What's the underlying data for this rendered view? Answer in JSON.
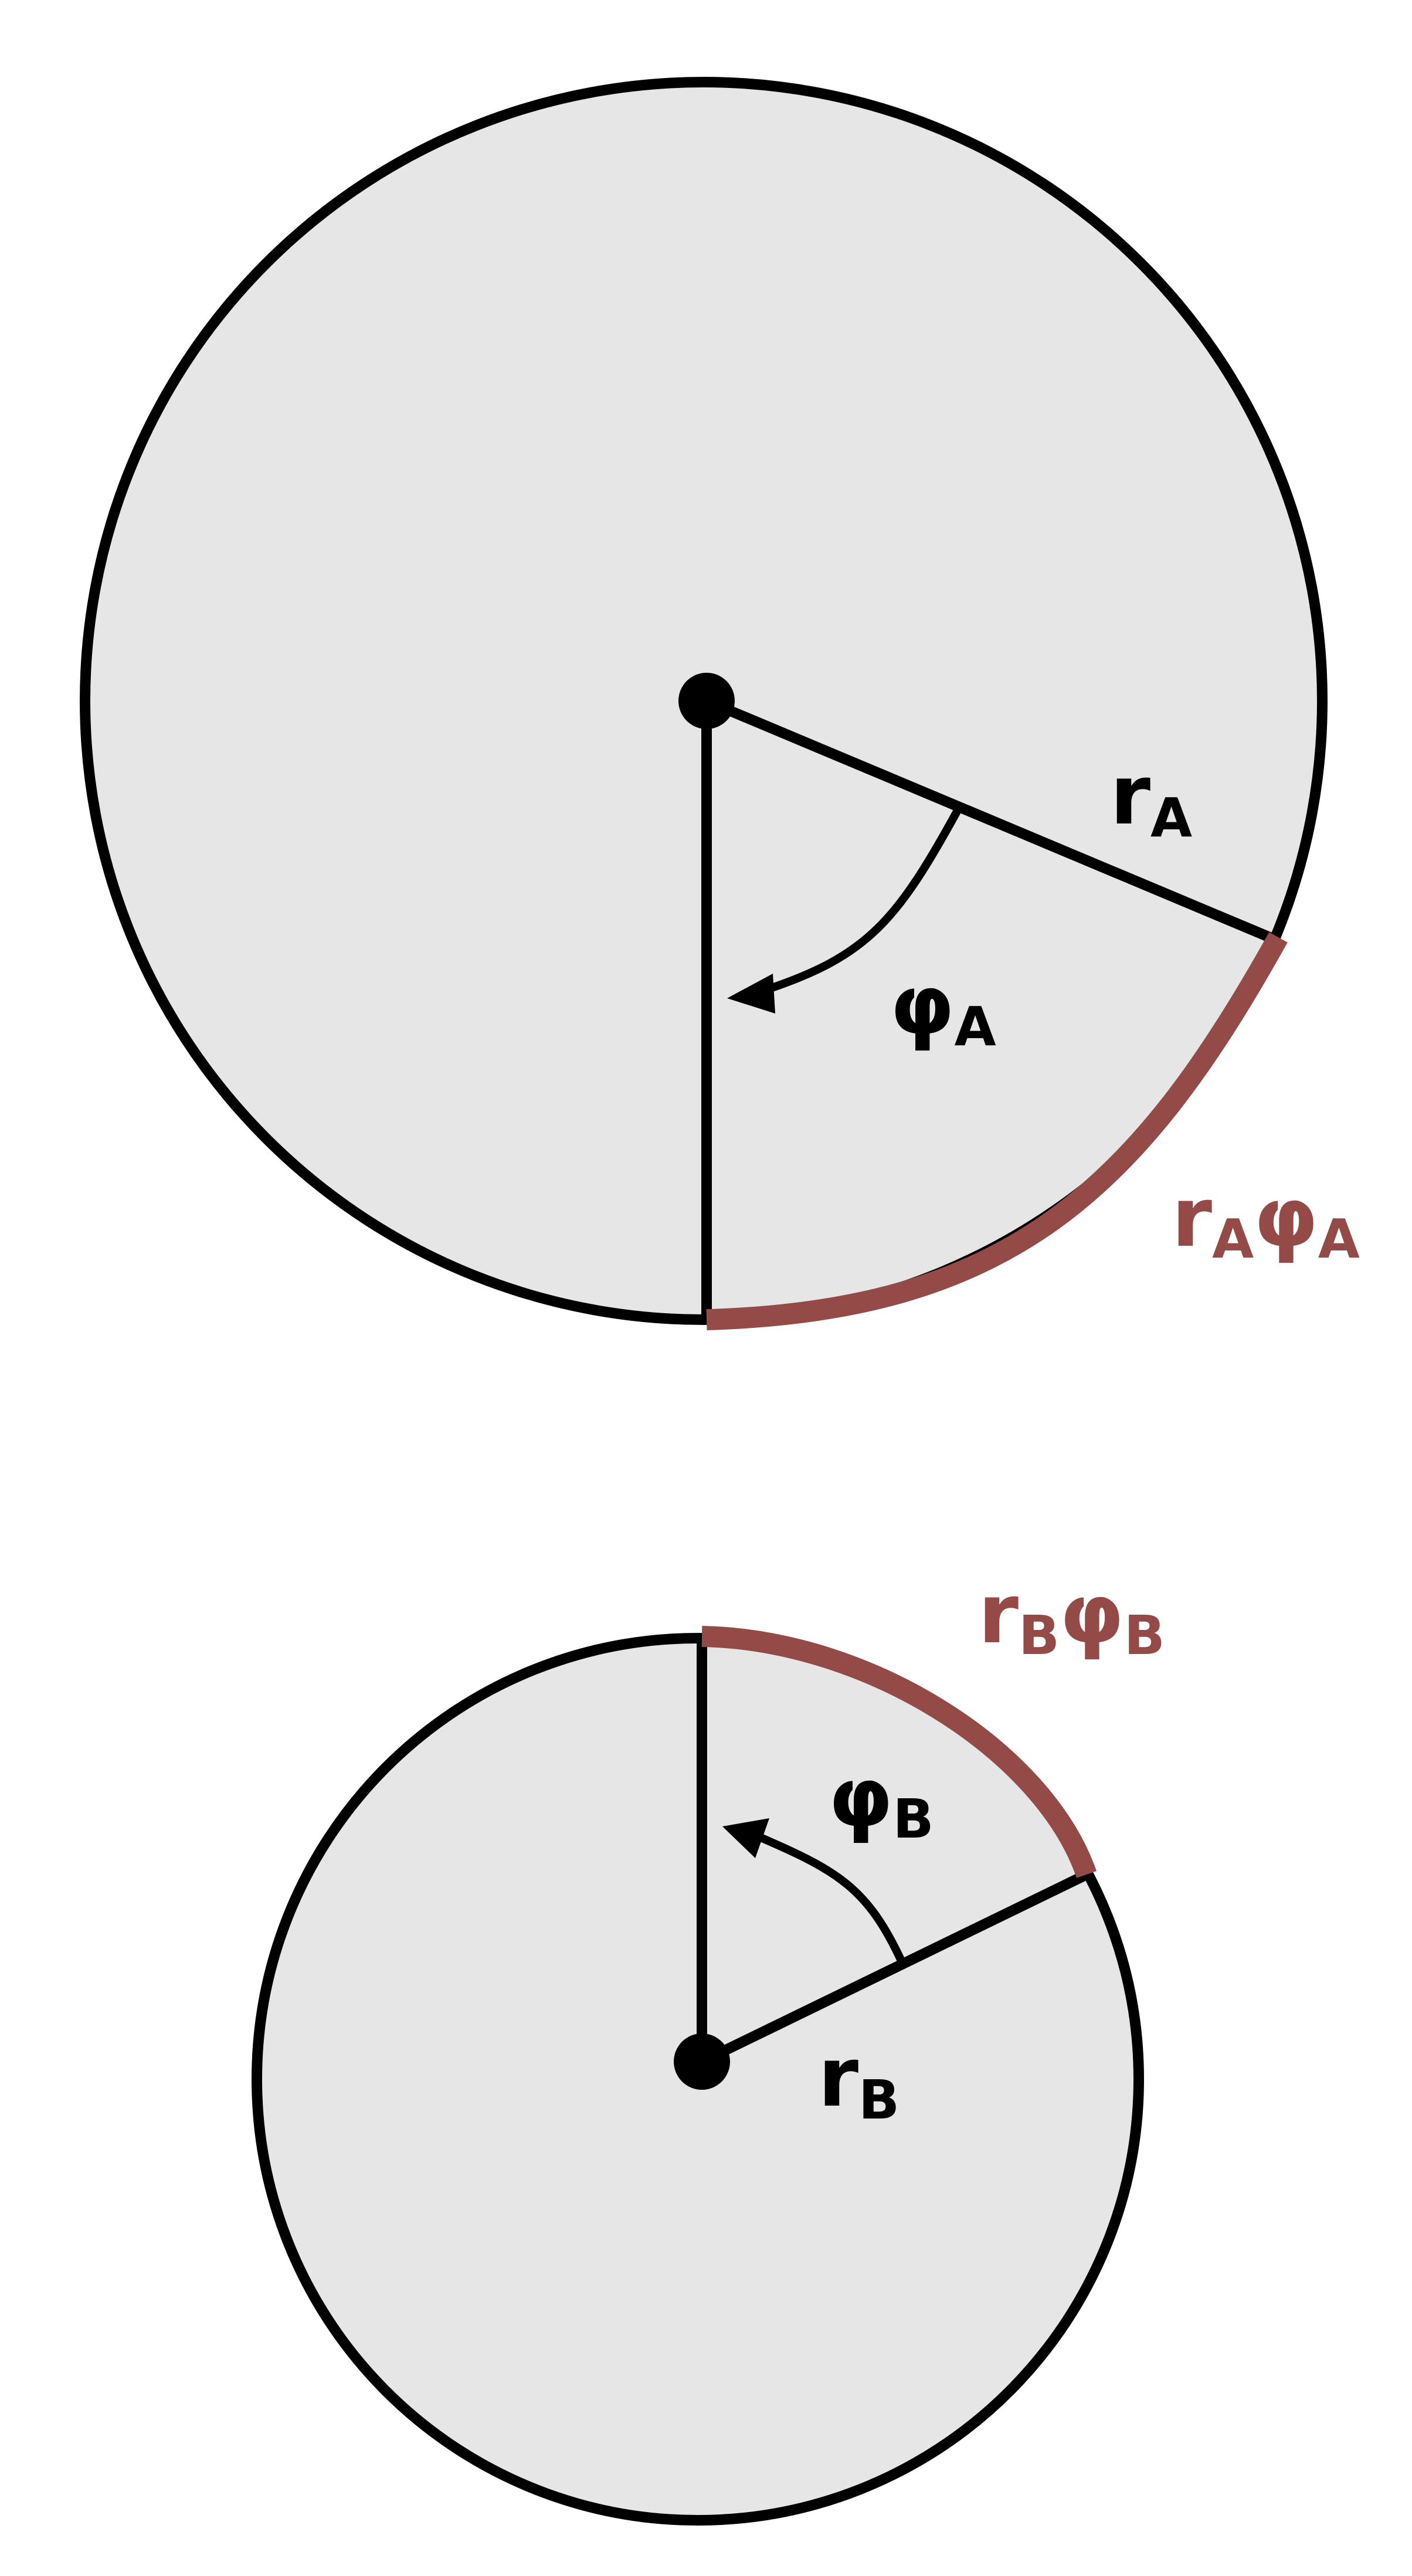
{
  "colors": {
    "disk_fill": "#e6e6e6",
    "stroke": "#000000",
    "arc_highlight": "#944a47"
  },
  "wheel_a": {
    "radius_label": {
      "base": "r",
      "sub": "A"
    },
    "angle_label": {
      "base": "φ",
      "sub": "A"
    },
    "arc_label": {
      "r": "r",
      "r_sub": "A",
      "phi": "φ",
      "phi_sub": "A"
    }
  },
  "wheel_b": {
    "radius_label": {
      "base": "r",
      "sub": "B"
    },
    "angle_label": {
      "base": "φ",
      "sub": "B"
    },
    "arc_label": {
      "r": "r",
      "r_sub": "B",
      "phi": "φ",
      "phi_sub": "B"
    }
  }
}
